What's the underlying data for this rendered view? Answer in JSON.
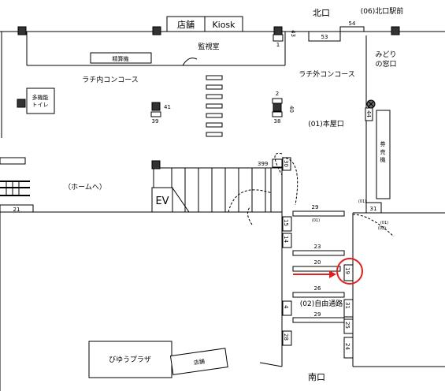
{
  "top_boxes": {
    "shop": "店舗",
    "kiosk": "Kiosk"
  },
  "north_exit": {
    "label": "北口",
    "station_front": "(06)北口駅前"
  },
  "rooms": {
    "fare_adjust": "精算機",
    "monitor": "監視室",
    "ticket_window": "みどり\nの窓口",
    "ticket_machine": "券売機",
    "multi_toilet": "多機能\nトイレ",
    "byu_plaza": "びゆうプラザ",
    "shop_bottom": "店舗",
    "elevator": "EV"
  },
  "areas": {
    "inner_concourse": "ラチ内コンコース",
    "outer_concourse": "ラチ外コンコース",
    "to_platform": "（ホームへ）",
    "motoya_exit": "(01)本屋口",
    "free_passage": "(02)自由通路",
    "south_exit": "南口"
  },
  "numbers": {
    "n43": "43",
    "n1": "1",
    "n53": "53",
    "n54": "54",
    "n41": "41",
    "n39": "39",
    "n2": "2",
    "n40": "40",
    "n38": "38",
    "n44": "44",
    "n399": "399",
    "n30": "30",
    "n21": "21",
    "n29a": "29",
    "n01a": "(01)",
    "n31a": "31",
    "n01b": "(01)",
    "n02a": "(02)",
    "n15": "15",
    "n14": "14",
    "n23": "23",
    "n20": "20",
    "n19": "19",
    "n26": "26",
    "n4": "4",
    "n31b": "31",
    "n29b": "29",
    "n25": "25",
    "n28": "28",
    "n24": "24",
    "n01c": "(01)"
  },
  "colors": {
    "highlight": "#e02020",
    "lines": "#000000",
    "pillar": "#333333"
  }
}
